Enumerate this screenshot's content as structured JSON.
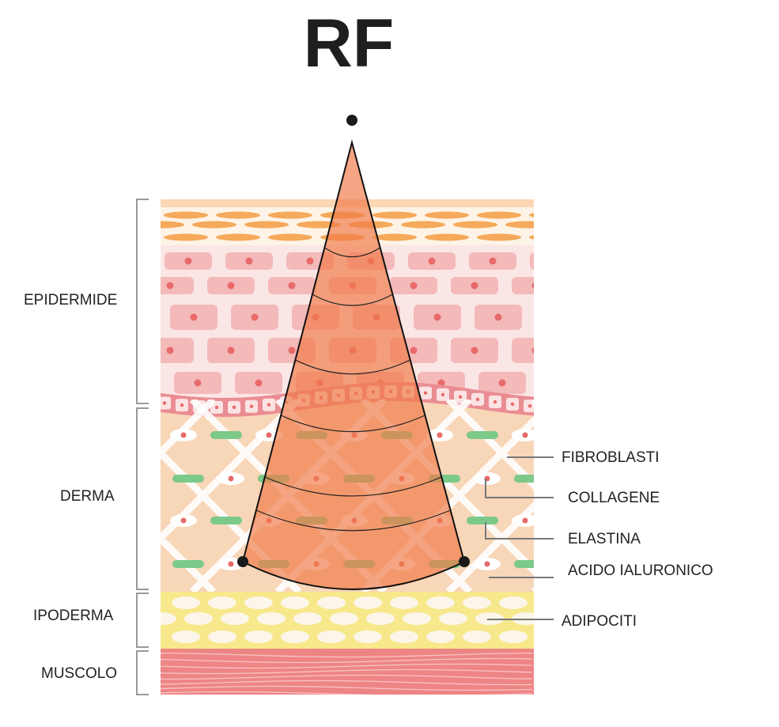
{
  "title": "RF",
  "left_labels": {
    "epidermide": "EPIDERMIDE",
    "derma": "DERMA",
    "ipoderma": "IPODERMA",
    "muscolo": "MUSCOLO"
  },
  "right_labels": {
    "fibroblasti": "FIBROBLASTI",
    "collagene": "COLLAGENE",
    "elastina": "ELASTINA",
    "acido_ialuronico": "ACIDO IALURONICO",
    "adipociti": "ADIPOCITI"
  },
  "colors": {
    "corneum": "#fdf3e6",
    "corneum_cells": "#f5a95a",
    "epidermis": "#fbe6e6",
    "epidermis_cells": "#f4b9b9",
    "nucleus": "#e86a6a",
    "dermis": "#f8d6b8",
    "elastin": "#7cc98a",
    "hypodermis": "#f7e88c",
    "muscle": "#ee8585",
    "rf_cone": "#f07a48"
  }
}
